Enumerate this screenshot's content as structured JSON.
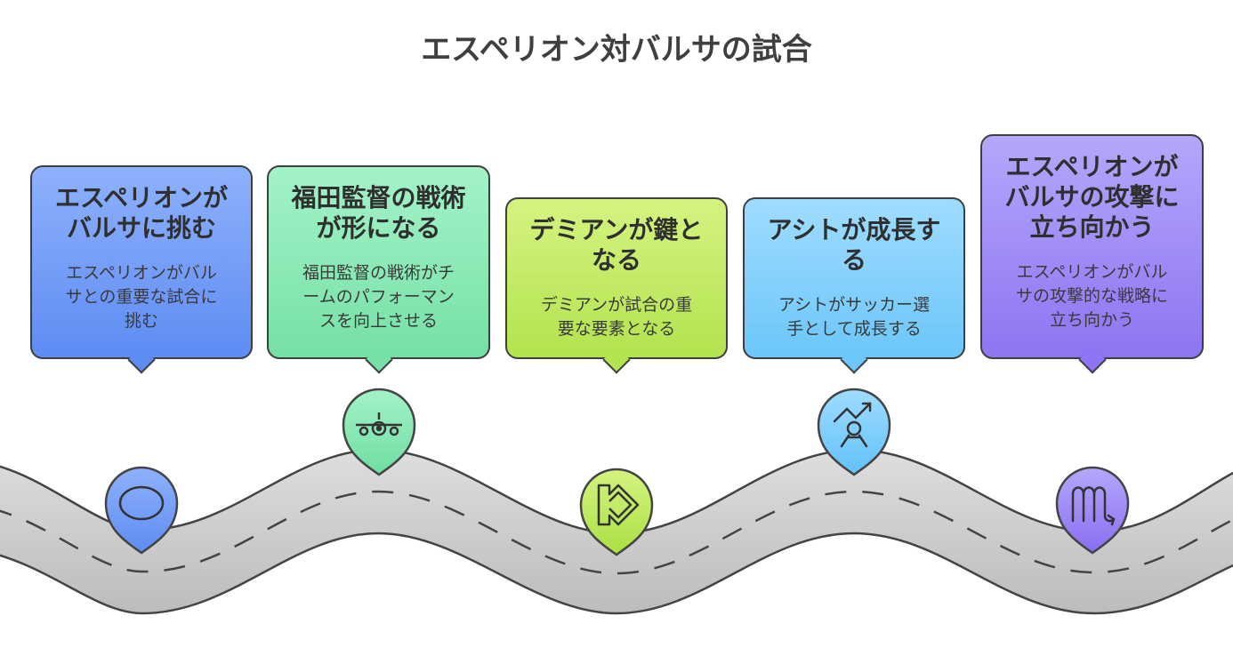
{
  "title": "エスペリオン対バルサの試合",
  "steps": [
    {
      "heading": "エスペリオンがバルサに挑む",
      "heading_lines": [
        "エスペリオンが",
        "バルサに挑む"
      ],
      "text": "エスペリオンがバルサとの重要な試合に挑む",
      "text_lines": [
        "エスペリオンがバル",
        "サとの重要な試合に",
        "挑む"
      ],
      "color": "#6f98f6",
      "icon": "oval-icon"
    },
    {
      "heading": "福田監督の戦術が形になる",
      "heading_lines": [
        "福田監督の戦術",
        "が形になる"
      ],
      "text": "福田監督の戦術がチームのパフォーマンスを向上させる",
      "text_lines": [
        "福田監督の戦術がチ",
        "ームのパフォーマン",
        "スを向上させる"
      ],
      "color": "#7fe3ad",
      "icon": "airplane-icon"
    },
    {
      "heading": "デミアンが鍵となる",
      "heading_lines": [
        "デミアンが鍵と",
        "なる"
      ],
      "text": "デミアンが試合の重要な要素となる",
      "text_lines": [
        "デミアンが試合の重",
        "要な要素となる"
      ],
      "color": "#bbe65a",
      "icon": "play-arrow-icon"
    },
    {
      "heading": "アシトが成長する",
      "heading_lines": [
        "アシトが成長す",
        "る"
      ],
      "text": "アシトがサッカー選手として成長する",
      "text_lines": [
        "アシトがサッカー選",
        "手として成長する"
      ],
      "color": "#72c8f8",
      "icon": "growth-person-icon"
    },
    {
      "heading": "エスペリオンがバルサの攻撃に立ち向かう",
      "heading_lines": [
        "エスペリオンが",
        "バルサの攻撃に",
        "立ち向かう"
      ],
      "text": "エスペリオンがバルサの攻撃的な戦略に立ち向かう",
      "text_lines": [
        "エスペリオンがバル",
        "サの攻撃的な戦略に",
        "立ち向かう"
      ],
      "color": "#957cf3",
      "icon": "scorpio-icon"
    }
  ]
}
